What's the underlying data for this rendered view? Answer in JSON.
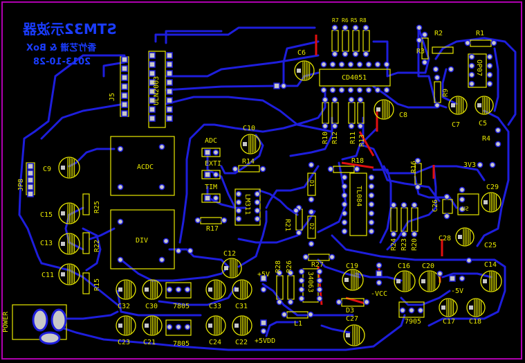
{
  "board": {
    "title": "STM32示波器",
    "author": "香竹艺谱 & BoX",
    "date": "2013-10-28"
  },
  "colors": {
    "background": "#000000",
    "trace": "#1e1edc",
    "jumper": "#e01010",
    "silk": "#e8e800",
    "pad": "#c8c8c8",
    "copper_text": "#1a3cff",
    "outline": "#b000b0"
  },
  "labels": {
    "j5": "J5",
    "uln": "ULN2003",
    "c6": "C6",
    "cd4051": "CD4051",
    "r7": "R7",
    "r6": "R6",
    "r5": "R5",
    "r8": "R8",
    "r2": "R2",
    "r3": "R3",
    "r1": "R1",
    "r9": "R9",
    "op07": "OP07",
    "c7": "C7",
    "c5": "C5",
    "c8": "C8",
    "r4": "R4",
    "r10": "R10",
    "r12": "R12",
    "r11": "R11",
    "r13": "R13",
    "c10": "C10",
    "adc": "ADC",
    "ext": "EXTI",
    "r14": "R14",
    "tim": "TIM",
    "acdc": "ACDC",
    "div": "DIV",
    "c9": "C9",
    "jp8": "JP8",
    "c15": "C15",
    "r25": "R25",
    "c13": "C13",
    "r22": "R22",
    "c11": "C11",
    "r15": "R15",
    "lm311": "LM311",
    "r17": "R17",
    "r21": "R21",
    "d1": "D1",
    "d2": "D2",
    "r18": "R18",
    "tl084": "TL084",
    "r16": "R16",
    "v33": "3V3",
    "c29": "C29",
    "c26": "C26",
    "u_lbl": "SU",
    "c25": "C25",
    "c28": "C28",
    "r24": "R24",
    "r23": "R23",
    "r20": "R20",
    "c12": "C12",
    "p5v": "+5V",
    "r28": "R28",
    "r26": "R26",
    "r27": "R27",
    "ic34063": "34063",
    "c19": "C19",
    "vcc_neg": "-VCC",
    "c16": "C16",
    "c20": "C20",
    "c14": "C14",
    "n5v": "-5V",
    "d3": "D3",
    "l1": "L1",
    "c27": "C27",
    "c17": "C17",
    "c18": "C18",
    "u7905": "7905",
    "c32": "C32",
    "c30": "C30",
    "u7805a": "7805",
    "c33": "C33",
    "c31": "C31",
    "c23": "C23",
    "c21": "C21",
    "u7805b": "7805",
    "c24": "C24",
    "c22": "C22",
    "p5vdd": "+5VDD",
    "power": "POWER"
  }
}
